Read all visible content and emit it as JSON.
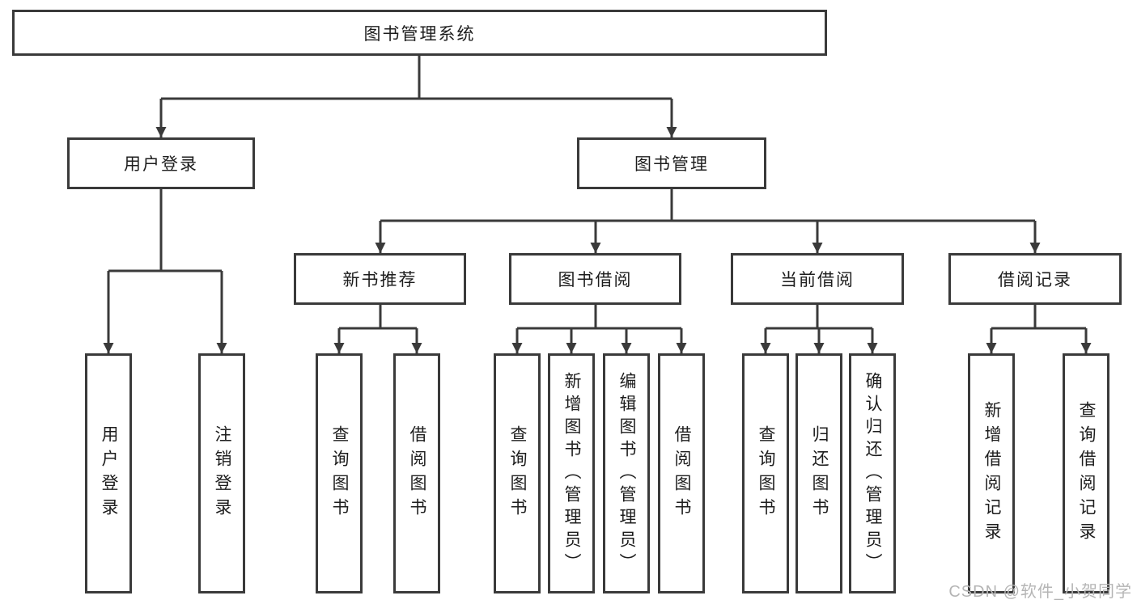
{
  "diagram": {
    "type": "hierarchy-tree",
    "root": {
      "label": "图书管理系统"
    },
    "level2": [
      {
        "label": "用户登录",
        "parent": "图书管理系统"
      },
      {
        "label": "图书管理",
        "parent": "图书管理系统"
      }
    ],
    "level3": [
      {
        "label": "新书推荐",
        "parent": "图书管理"
      },
      {
        "label": "图书借阅",
        "parent": "图书管理"
      },
      {
        "label": "当前借阅",
        "parent": "图书管理"
      },
      {
        "label": "借阅记录",
        "parent": "图书管理"
      }
    ],
    "leaves": [
      {
        "label": "用户登录",
        "parent": "用户登录"
      },
      {
        "label": "注销登录",
        "parent": "用户登录"
      },
      {
        "label": "查询图书",
        "parent": "新书推荐"
      },
      {
        "label": "借阅图书",
        "parent": "新书推荐"
      },
      {
        "label": "查询图书",
        "parent": "图书借阅"
      },
      {
        "label": "新增图书（管理员）",
        "parent": "图书借阅"
      },
      {
        "label": "编辑图书（管理员）",
        "parent": "图书借阅"
      },
      {
        "label": "借阅图书",
        "parent": "图书借阅"
      },
      {
        "label": "查询图书",
        "parent": "当前借阅"
      },
      {
        "label": "归还图书",
        "parent": "当前借阅"
      },
      {
        "label": "确认归还（管理员）",
        "parent": "当前借阅"
      },
      {
        "label": "新增借阅记录",
        "parent": "借阅记录"
      },
      {
        "label": "查询借阅记录",
        "parent": "借阅记录"
      }
    ]
  },
  "watermark": {
    "text": "CSDN @软件_小贺同学",
    "color": "#b5b5b5"
  },
  "colors": {
    "line": "#3a3a3a",
    "border": "#3a3a3a",
    "text": "#1d1d1d",
    "background": "#ffffff"
  }
}
